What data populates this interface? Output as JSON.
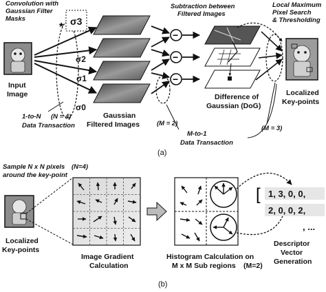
{
  "part_a": {
    "caption": "(a)",
    "conv_label": [
      "Convolution with",
      "Gaussian Filter",
      "Masks"
    ],
    "conv_star": "*",
    "input_label": [
      "Input",
      "Image"
    ],
    "sigmas": [
      "σ3",
      "σ2",
      "σ1",
      "σ0"
    ],
    "subtraction_label": [
      "Subtraction between",
      "Filtered Images"
    ],
    "local_max_label": [
      "Local Maximum",
      "Pixel Search",
      "& Thresholding"
    ],
    "gaussian_label": [
      "Gaussian",
      "Filtered Images"
    ],
    "dog_label": [
      "Difference of",
      "Gaussian (DoG)"
    ],
    "keypoints_label": [
      "Localized",
      "Key-points"
    ],
    "one_to_n_label": [
      "1-to-N",
      "(N = 4)",
      "Data Transaction"
    ],
    "m2_label": "(M = 2)",
    "m_to_1_label": [
      "M-to-1",
      "Data Transaction"
    ],
    "m3_label": "(M = 3)",
    "minus_symbol": "−"
  },
  "part_b": {
    "caption": "(b)",
    "sample_label": [
      "Sample N x N pixels",
      "(N=4)",
      "around the key-point"
    ],
    "keypoints_label": [
      "Localized",
      "Key-points"
    ],
    "gradient_label": [
      "Image Gradient",
      "Calculation"
    ],
    "histogram_label": [
      "Histogram Calculation on",
      "M x M Sub regions",
      "(M=2)"
    ],
    "descriptor_label": [
      "Descriptor",
      "Vector",
      "Generation"
    ],
    "vector_rows": [
      "1, 3, 0, 0,",
      "2, 0, 0, 2,",
      ", ..."
    ],
    "vector_bracket": "["
  },
  "colors": {
    "ink": "#111111",
    "image_gray": "#8c8c8c",
    "arrow_fill": "#bbbbbb"
  }
}
